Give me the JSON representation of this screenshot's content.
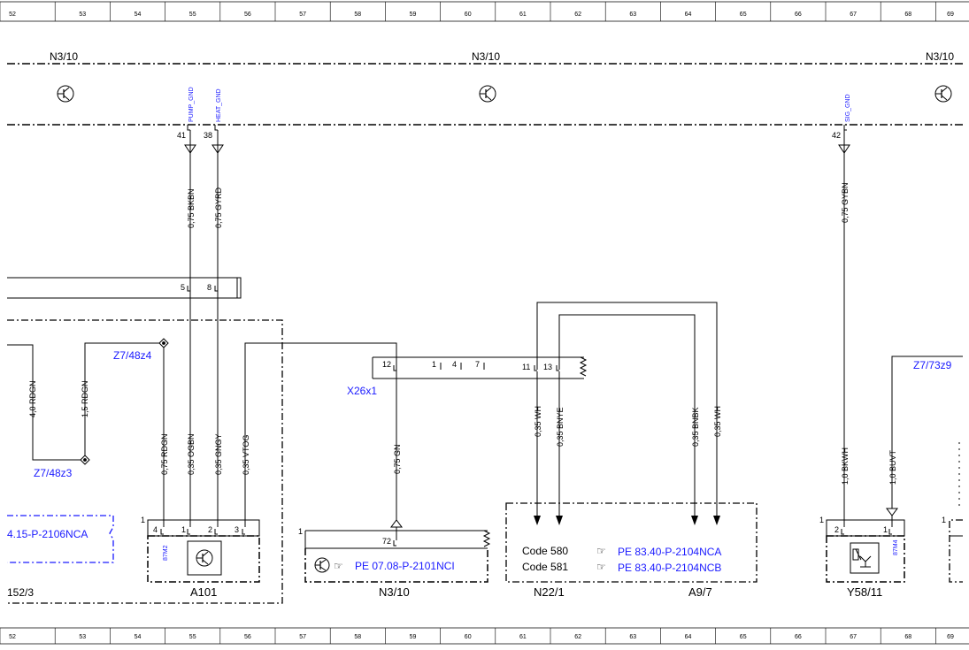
{
  "ruler": {
    "columns": [
      "52",
      "53",
      "54",
      "55",
      "56",
      "57",
      "58",
      "59",
      "60",
      "61",
      "62",
      "63",
      "64",
      "65",
      "66",
      "67",
      "68",
      "69"
    ]
  },
  "modules": {
    "left": "N3/10",
    "center": "N3/10",
    "right": "N3/10"
  },
  "top_pins": {
    "p41": {
      "signal": "PUMP_GND",
      "pin": "41",
      "wire": "0,75 BKBN"
    },
    "p38": {
      "signal": "HEAT_GND",
      "pin": "38",
      "wire": "0,75 GYRD"
    },
    "p42": {
      "signal": "SIG_GND",
      "pin": "42",
      "wire": "0,75 GYBN"
    }
  },
  "plug": {
    "pin5": "5",
    "pin8": "8"
  },
  "splices": {
    "z7_48z4": "Z7/48z4",
    "z7_48z3": "Z7/48z3",
    "z7_73z9": "Z7/73z9"
  },
  "wires": {
    "w4_0": "4,0 RDGN",
    "w1_5": "1,5 RDGN",
    "w075_rdgn": "0,75 RDGN",
    "w035_ogbn": "0,35 OGBN",
    "w035_gngy": "0,35 GNGY",
    "w035_vtog": "0,35 VTOG",
    "w075_gn": "0,75 GN",
    "w035_wh1": "0,35 WH",
    "w035_bnye": "0,35 BNYE",
    "w035_bnbk": "0,35 BNBK",
    "w035_wh2": "0,35 WH",
    "w10_bkwh": "1,0 BKWH",
    "w10_buvt": "1,0 BUVT"
  },
  "x26x1": {
    "name": "X26x1",
    "pins": [
      "12",
      "1",
      "4",
      "7",
      "11",
      "13"
    ]
  },
  "a101": {
    "name": "A101",
    "conn_no": "1",
    "pins": [
      "4",
      "1",
      "2",
      "3"
    ],
    "side": "87M2"
  },
  "ref_152": "152/3",
  "ref_left": "4.15-P-2106NCA",
  "n3_10_box": {
    "name": "N3/10",
    "conn_no": "1",
    "pin": "72",
    "ref": "PE 07.08-P-2101NCI"
  },
  "n22": {
    "name": "N22/1",
    "code1": "Code 580",
    "code2": "Code 581",
    "ref1": "PE 83.40-P-2104NCA",
    "ref2": "PE 83.40-P-2104NCB"
  },
  "a9_7": "A9/7",
  "y58": {
    "name": "Y58/11",
    "conn_no": "1",
    "pins": [
      "2",
      "1"
    ],
    "side": "87M4"
  },
  "right_edge": {
    "conn_no": "1"
  }
}
